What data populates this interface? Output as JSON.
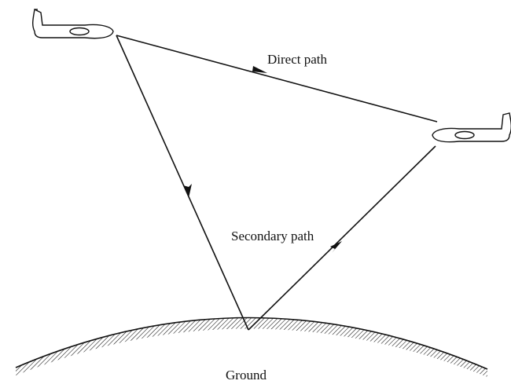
{
  "labels": {
    "direct_path": "Direct path",
    "secondary_path": "Secondary path",
    "ground": "Ground"
  },
  "icons": {
    "transmitter": "aircraft-icon",
    "receiver": "aircraft-icon"
  },
  "colors": {
    "line": "#111111",
    "background": "#ffffff"
  }
}
